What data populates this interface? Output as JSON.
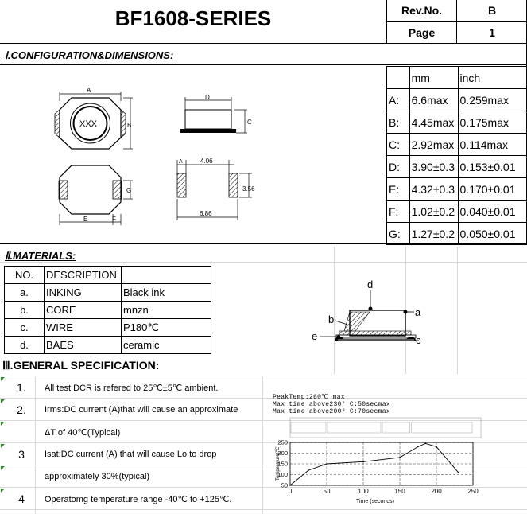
{
  "header": {
    "title": "BF1608-SERIES",
    "rev_label": "Rev.No.",
    "rev_value": "B",
    "page_label": "Page",
    "page_value": "1"
  },
  "section1": {
    "title": "Ⅰ.CONFIGURATION&DIMENSIONS:",
    "drawing": {
      "marking": "XXX",
      "labels": {
        "a": "A",
        "b": "B",
        "c": "C",
        "d": "D",
        "e": "E",
        "f": "F",
        "g": "G"
      },
      "dim_406": "4.06",
      "dim_356": "3.56",
      "dim_686": "6.86"
    },
    "dim_table": {
      "headers": [
        "",
        "mm",
        "inch"
      ],
      "rows": [
        [
          "A:",
          "6.6max",
          "0.259max"
        ],
        [
          "B:",
          "4.45max",
          "0.175max"
        ],
        [
          "C:",
          "2.92max",
          "0.114max"
        ],
        [
          "D:",
          "3.90±0.3",
          "0.153±0.01"
        ],
        [
          "E:",
          "4.32±0.3",
          "0.170±0.01"
        ],
        [
          "F:",
          "1.02±0.2",
          "0.040±0.01"
        ],
        [
          "G:",
          "1.27±0.2",
          "0.050±0.01"
        ]
      ]
    }
  },
  "section2": {
    "title": "Ⅱ.MATERIALS:",
    "headers": [
      "NO.",
      "DESCRIPTION",
      ""
    ],
    "rows": [
      [
        "a.",
        "INKING",
        "Black ink"
      ],
      [
        "b.",
        "CORE",
        "mnzn"
      ],
      [
        "c.",
        "WIRE",
        "P180℃"
      ],
      [
        "d.",
        "BAES",
        "ceramic"
      ]
    ],
    "diagram_labels": {
      "a": "a",
      "b": "b",
      "c": "c",
      "d": "d",
      "e": "e"
    }
  },
  "section3": {
    "title": "Ⅲ.GENERAL SPECIFICATION:",
    "items": [
      {
        "num": "1.",
        "lines": [
          "All test DCR is refered to 25℃±5℃ ambient."
        ]
      },
      {
        "num": "2.",
        "lines": [
          "Irms:DC current (A)that  will cause an approximate",
          "ΔT of 40℃(Typical)"
        ]
      },
      {
        "num": "3",
        "lines": [
          "Isat:DC current (A) that will cause Lo to drop",
          "approximately 30%(typical)"
        ]
      },
      {
        "num": "4",
        "lines": [
          "Operatomg temperature range -40℃ to +125℃."
        ]
      }
    ]
  },
  "reflow": {
    "peak_line": "PeakTemp:260℃ max",
    "line2": "Max time above230° C:50secmax",
    "line3": "Max time above200° C:70secmax",
    "ylabel": "Temperature(℃)",
    "xlabel": "Time (seconds)"
  },
  "chart_data": {
    "type": "line",
    "title": "",
    "xlabel": "Time (seconds)",
    "ylabel": "Temperature(℃)",
    "xlim": [
      0,
      250
    ],
    "ylim": [
      50,
      250
    ],
    "x_ticks": [
      0,
      50,
      100,
      150,
      200,
      250
    ],
    "y_ticks": [
      50,
      100,
      150,
      200,
      250
    ],
    "series": [
      {
        "name": "",
        "x": [
          0,
          25,
          50,
          100,
          150,
          175,
          185,
          200,
          230
        ],
        "y": [
          50,
          120,
          150,
          160,
          180,
          230,
          245,
          230,
          110
        ]
      }
    ],
    "grid": true,
    "legend": "none"
  }
}
